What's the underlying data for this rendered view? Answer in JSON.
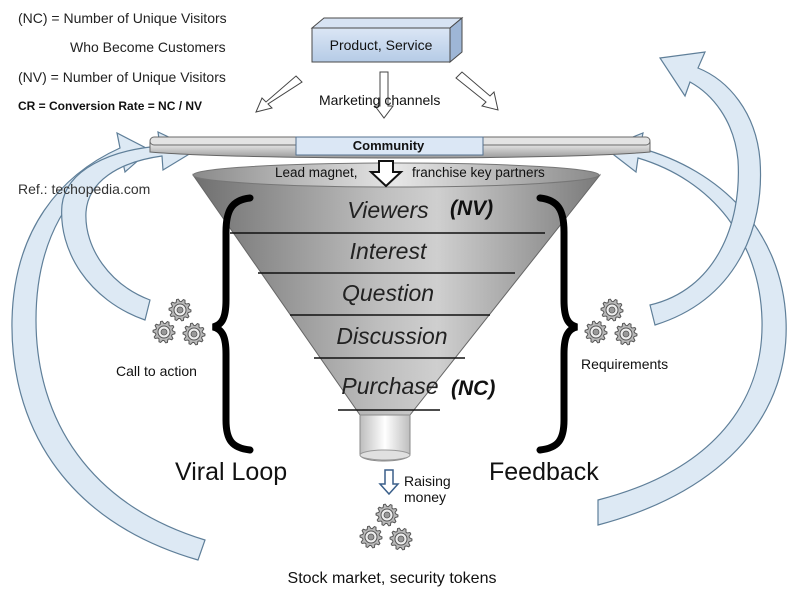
{
  "legend": {
    "line1": "(NC) = Number of Unique Visitors",
    "line2": "Who Become Customers",
    "line3": "(NV) = Number of Unique Visitors",
    "line4": "CR = Conversion Rate = NC /  NV"
  },
  "reference": "Ref.: techopedia.com",
  "product_box": "Product, Service",
  "marketing_channels": "Marketing channels",
  "community": "Community",
  "lead_magnet": "Lead magnet,",
  "franchise": "franchise key partners",
  "stages": [
    "Viewers",
    "Interest",
    "Question",
    "Discussion",
    "Purchase"
  ],
  "tags": {
    "viewers": "(NV)",
    "purchase": "(NC)"
  },
  "left": {
    "call_to_action": "Call to action",
    "label": "Viral Loop"
  },
  "right": {
    "requirements": "Requirements",
    "label": "Feedback"
  },
  "bottom": {
    "raising_line1": "Raising",
    "raising_line2": "money",
    "label": "Stock market, security tokens"
  },
  "icons": [
    "gear-cluster-icon",
    "arrow-icon",
    "curly-brace-icon"
  ],
  "colors": {
    "funnel_dark": "#7e7e7e",
    "funnel_light": "#d9d9d9",
    "arc_fill": "#dde9f4",
    "arc_stroke": "#5f7f99",
    "community_box": "#dbe7f5",
    "product_box": "#c9daf0"
  }
}
